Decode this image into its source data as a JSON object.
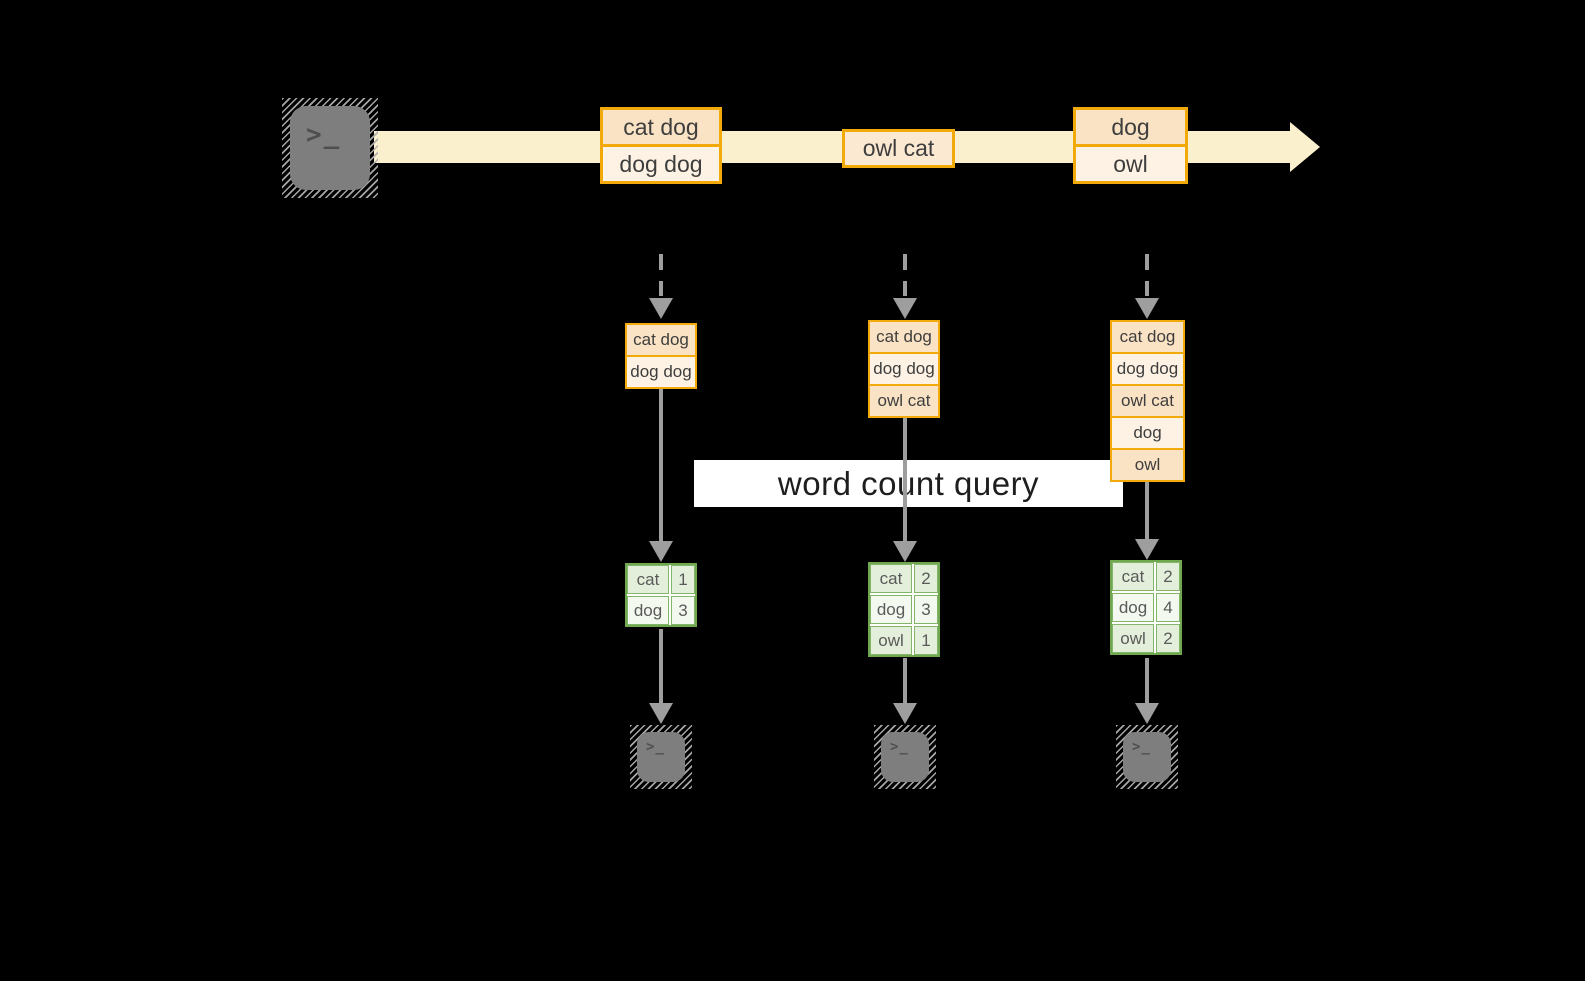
{
  "query_label": "word count query",
  "icons": {
    "prompt_glyph": ">_"
  },
  "stream": {
    "events": [
      {
        "lines": [
          "cat dog",
          "dog dog"
        ]
      },
      {
        "lines": [
          "owl cat"
        ]
      },
      {
        "lines": [
          "dog",
          "owl"
        ]
      }
    ]
  },
  "pipelines": [
    {
      "state_rows": [
        "cat dog",
        "dog dog"
      ],
      "counts": [
        {
          "word": "cat",
          "count": "1"
        },
        {
          "word": "dog",
          "count": "3"
        }
      ]
    },
    {
      "state_rows": [
        "cat dog",
        "dog dog",
        "owl cat"
      ],
      "counts": [
        {
          "word": "cat",
          "count": "2"
        },
        {
          "word": "dog",
          "count": "3"
        },
        {
          "word": "owl",
          "count": "1"
        }
      ]
    },
    {
      "state_rows": [
        "cat dog",
        "dog dog",
        "owl cat",
        "dog",
        "owl"
      ],
      "counts": [
        {
          "word": "cat",
          "count": "2"
        },
        {
          "word": "dog",
          "count": "4"
        },
        {
          "word": "owl",
          "count": "2"
        }
      ]
    }
  ],
  "colors": {
    "background": "#000000",
    "stream_band": "#FBF0CD",
    "amber_border": "#F2A90A",
    "record_peach": "#FAE2C4",
    "record_cream": "#FDF2E3",
    "green_border": "#6FA84F",
    "green_cell_dark": "#E3EFDA",
    "green_cell_light": "#F3F9EF",
    "arrow_gray": "#9E9E9E",
    "terminal_gray": "#7E7E7E",
    "query_band": "#FFFFFF",
    "text_dark": "#3E3E3E"
  }
}
